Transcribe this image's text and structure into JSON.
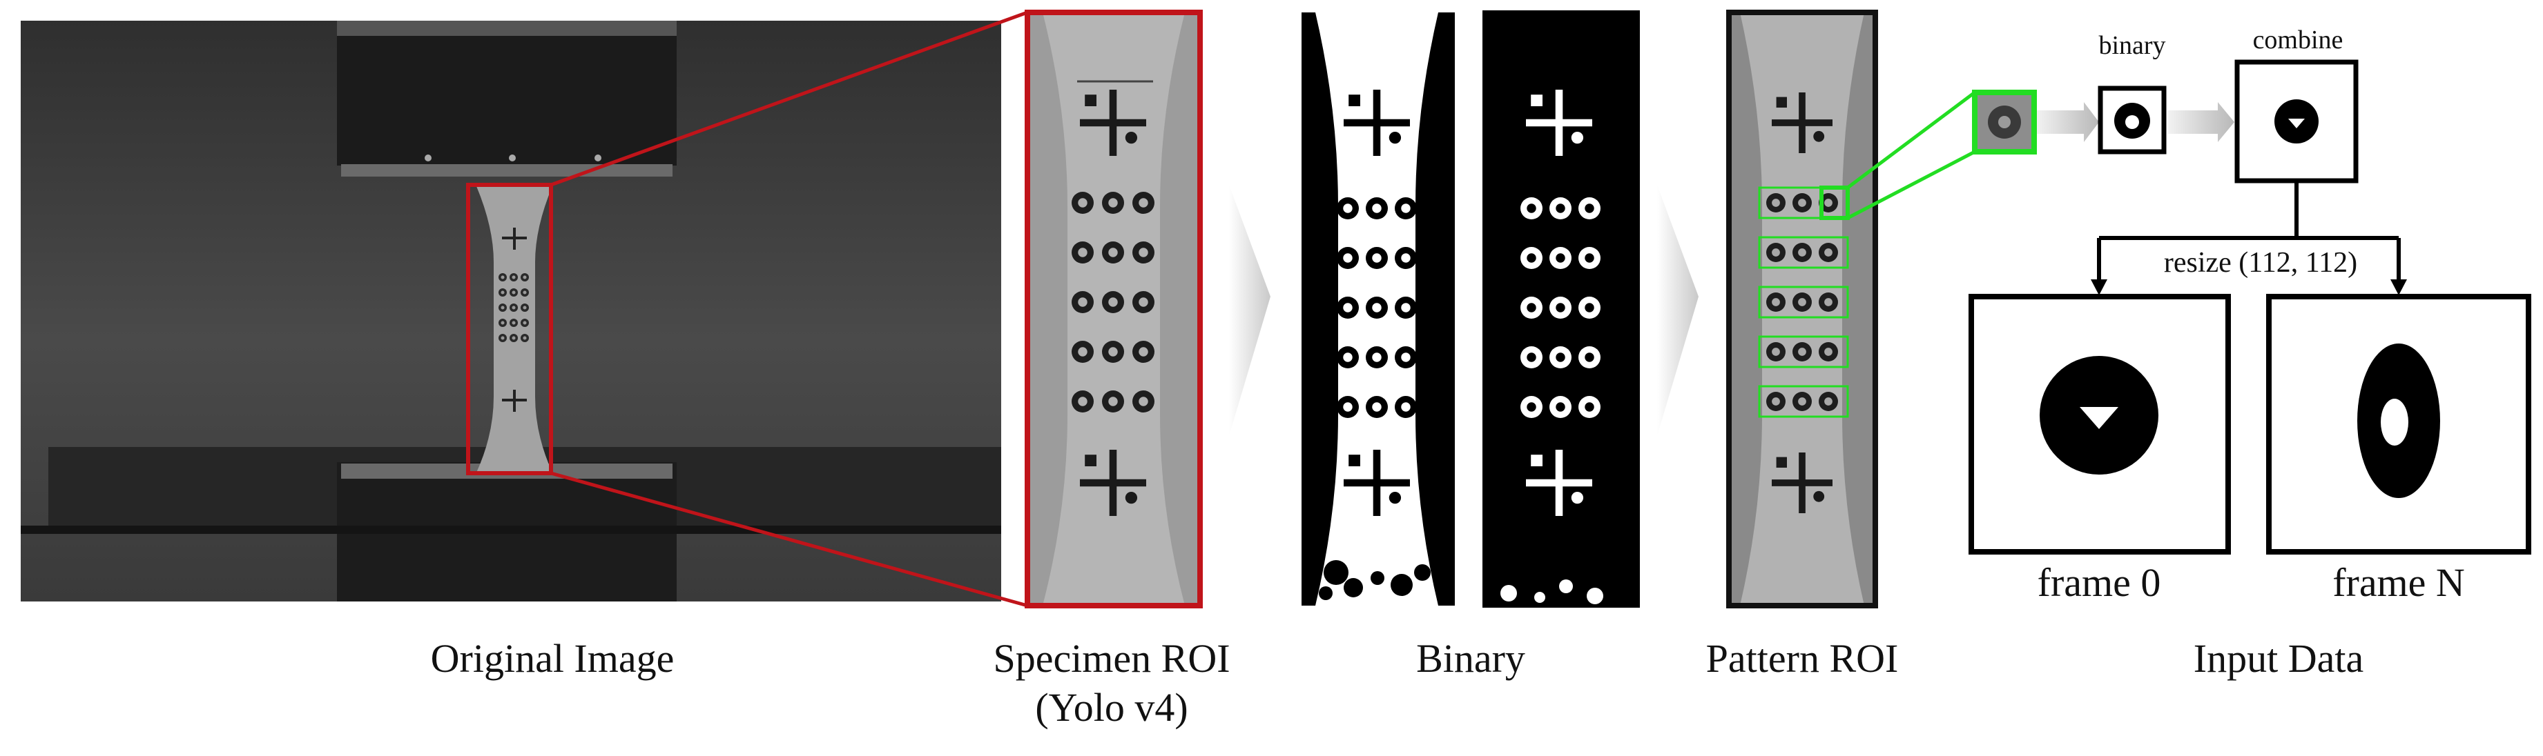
{
  "panels": {
    "original": {
      "caption": "Original Image"
    },
    "specimen": {
      "caption_line1": "Specimen ROI",
      "caption_line2": "(Yolo v4)"
    },
    "binary": {
      "caption": "Binary"
    },
    "pattern": {
      "caption": "Pattern ROI"
    },
    "input": {
      "caption": "Input Data",
      "binary_label": "binary",
      "combine_label": "combine",
      "resize_label": "resize (112, 112)",
      "frame0_label": "frame 0",
      "frameN_label": "frame N"
    }
  },
  "colors": {
    "roi_box": "#c0141a",
    "pattern_highlight": "#22dd22",
    "specimen_gray": "#a9a9a9",
    "background_dark": "#3c3c3c"
  },
  "marker_grid": {
    "rows": 5,
    "cols": 3
  }
}
